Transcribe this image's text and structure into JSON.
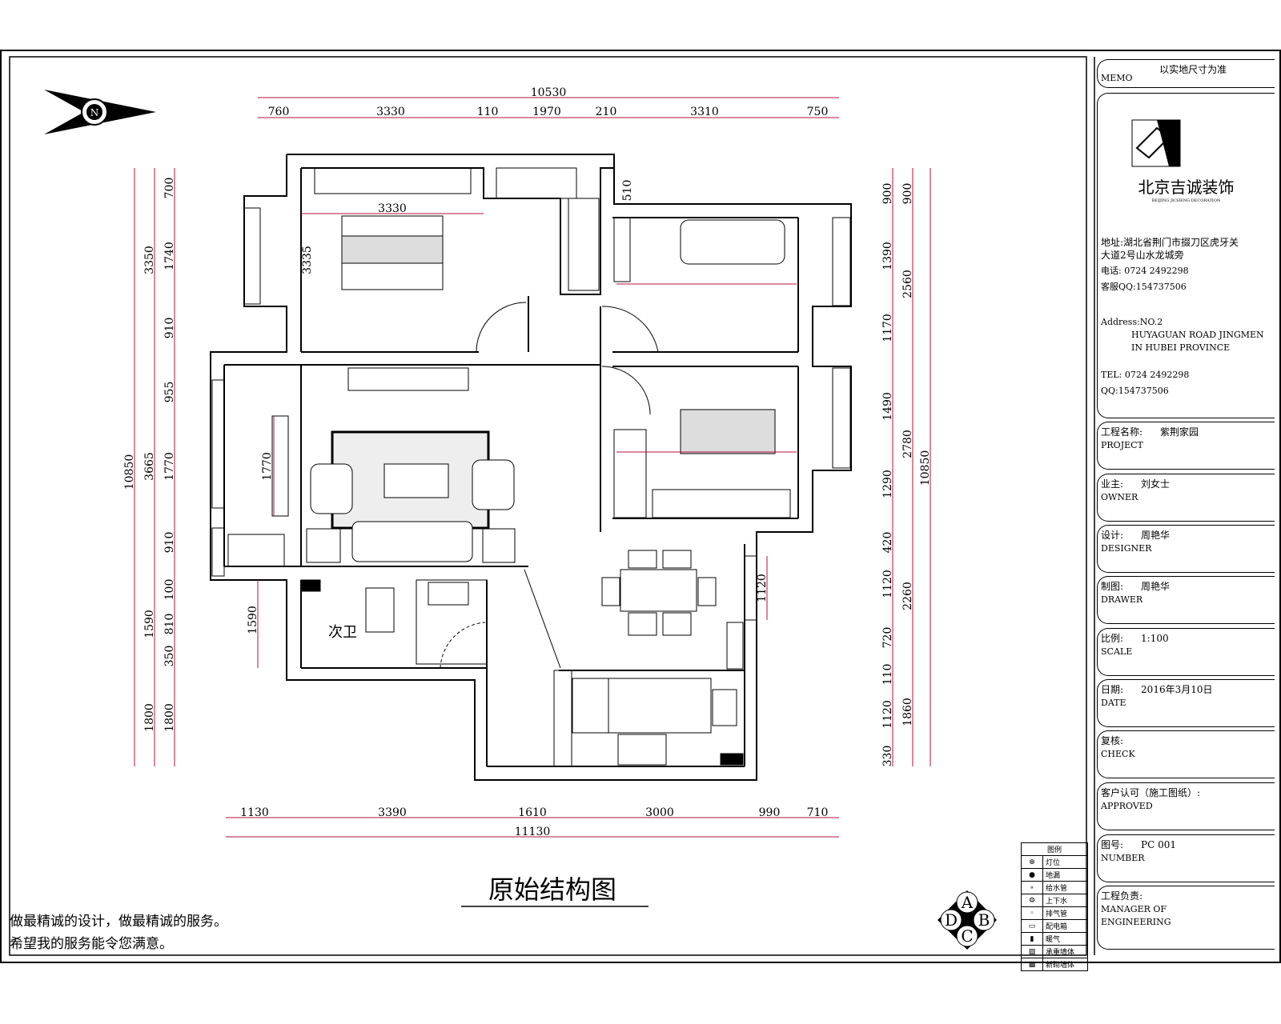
{
  "drawing": {
    "title": "原始结构图",
    "slogan_line1": "做最精诚的设计，做最精诚的服务。",
    "slogan_line2": "希望我的服务能令您满意。",
    "room_label_secondary_bath": "次卫",
    "compass_label": "N"
  },
  "dimensions": {
    "top_total": "10530",
    "top": [
      "760",
      "3330",
      "110",
      "1970",
      "210",
      "3310",
      "750"
    ],
    "bottom_total": "11130",
    "bottom": [
      "1130",
      "3390",
      "1610",
      "3000",
      "990",
      "710"
    ],
    "left_total": "10850",
    "left_outer": [
      "3350",
      "3665",
      "1590",
      "1800"
    ],
    "left_inner": [
      "700",
      "1740",
      "910",
      "955",
      "1770",
      "910",
      "100",
      "810",
      "350",
      "1800"
    ],
    "right_total": "10850",
    "right_outer": [
      "900",
      "2560",
      "2780",
      "2260",
      "1860"
    ],
    "right_inner": [
      "900",
      "1390",
      "1170",
      "1490",
      "1290",
      "420",
      "1120",
      "720",
      "110",
      "1120",
      "330"
    ],
    "interior": [
      "3330",
      "3335",
      "1770",
      "1590",
      "510",
      "1120"
    ]
  },
  "title_block": {
    "memo_label": "MEMO",
    "memo_value": "以实地尺寸为准",
    "company_cn": "北京吉诚装饰",
    "company_en": "BEIJING JICHENG DECORATION",
    "address_cn_1": "地址:湖北省荆门市掇刀区虎牙关",
    "address_cn_2": "大道2号山水龙城旁",
    "phone_cn": "电话: 0724 2492298",
    "qq_cn": "客服QQ:154737506",
    "address_en_1": "Address:NO.2",
    "address_en_2": "HUYAGUAN ROAD JINGMEN",
    "address_en_3": "IN HUBEI PROVINCE",
    "tel_en": "TEL: 0724 2492298",
    "qq_en": "QQ:154737506",
    "fields": [
      {
        "cn": "工程名称:",
        "en": "PROJECT",
        "value": "紫荆家园"
      },
      {
        "cn": "业主:",
        "en": "OWNER",
        "value": "刘女士"
      },
      {
        "cn": "设计:",
        "en": "DESIGNER",
        "value": "周艳华"
      },
      {
        "cn": "制图:",
        "en": "DRAWER",
        "value": "周艳华"
      },
      {
        "cn": "比例:",
        "en": "SCALE",
        "value": "1:100"
      },
      {
        "cn": "日期:",
        "en": "DATE",
        "value": "2016年3月10日"
      },
      {
        "cn": "复核:",
        "en": "CHECK",
        "value": ""
      },
      {
        "cn": "客户认可（施工图纸）:",
        "en": "APPROVED",
        "value": ""
      },
      {
        "cn": "图号:",
        "en": "NUMBER",
        "value": "PC 001"
      },
      {
        "cn": "工程负责:",
        "en": "MANAGER OF ENGINEERING",
        "value": ""
      }
    ]
  },
  "legend": {
    "title": "图例",
    "items": [
      "灯位",
      "地漏",
      "给水管",
      "上下水",
      "排气管",
      "配电箱",
      "暖气",
      "承重墙体",
      "新砌墙体"
    ]
  },
  "index_marker": [
    "A",
    "B",
    "C",
    "D"
  ],
  "colors": {
    "dimension_line": "#b0103a",
    "line": "#000000"
  }
}
